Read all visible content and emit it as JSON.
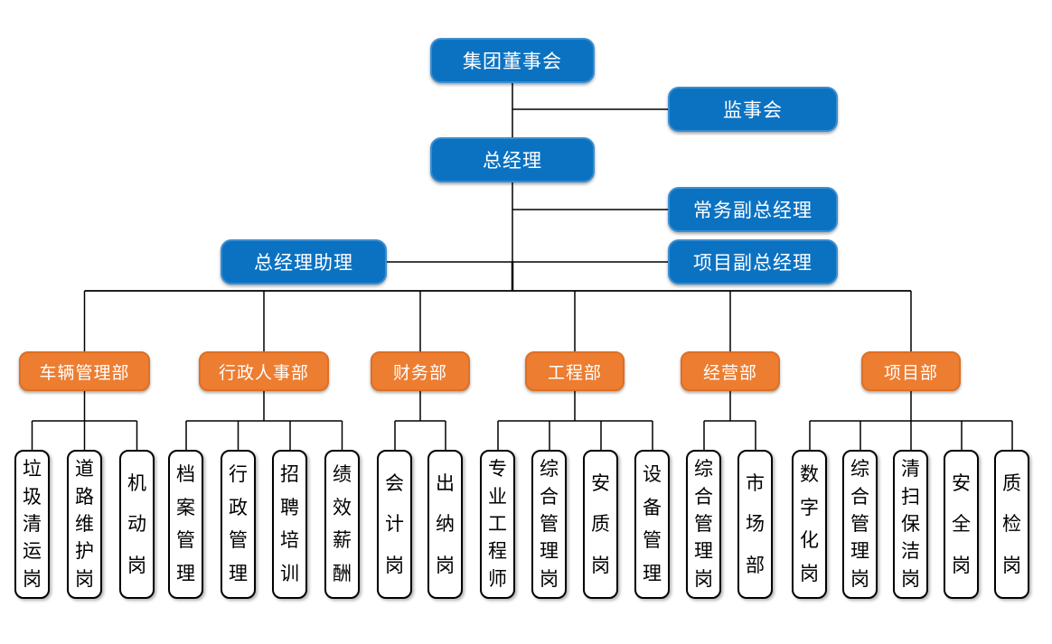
{
  "org_chart": {
    "board": "集团董事会",
    "supervisory_board": "监事会",
    "general_manager": "总经理",
    "executive_deputy_gm": "常务副总经理",
    "gm_assistant": "总经理助理",
    "project_deputy_gm": "项目副总经理",
    "departments": [
      {
        "label": "车辆管理部",
        "positions": [
          "垃圾清运岗",
          "道路维护岗",
          "机动岗"
        ]
      },
      {
        "label": "行政人事部",
        "positions": [
          "档案管理",
          "行政管理",
          "招聘培训",
          "绩效薪酬"
        ]
      },
      {
        "label": "财务部",
        "positions": [
          "会计岗",
          "出纳岗"
        ]
      },
      {
        "label": "工程部",
        "positions": [
          "专业工程师",
          "综合管理岗",
          "安质岗",
          "设备管理"
        ]
      },
      {
        "label": "经营部",
        "positions": [
          "综合管理岗",
          "市场部"
        ]
      },
      {
        "label": "项目部",
        "positions": [
          "数字化岗",
          "综合管理岗",
          "清扫保洁岗",
          "安全岗",
          "质检岗"
        ]
      }
    ],
    "colors": {
      "executive_box_blue": "#0B72C2",
      "department_box_orange": "#ED7D31",
      "position_box_background": "#FFFFFF",
      "box_text_white": "#FFFFFF",
      "position_text_black": "#000000",
      "connector_line": "#000000"
    }
  }
}
